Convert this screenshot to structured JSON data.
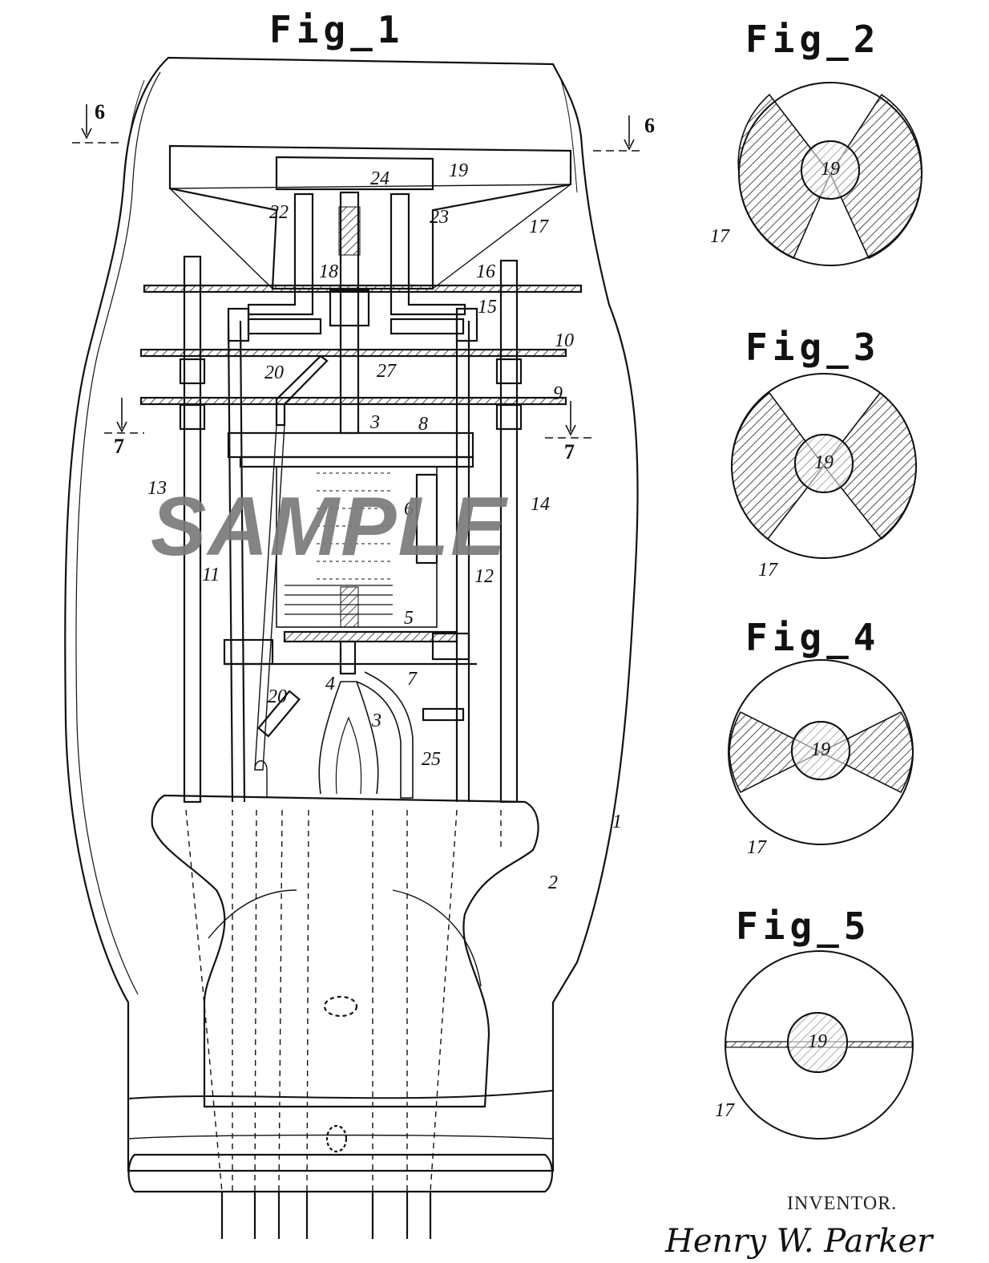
{
  "figures": {
    "fig1": "Fig_1",
    "fig2": "Fig_2",
    "fig3": "Fig_3",
    "fig4": "Fig_4",
    "fig5": "Fig_5"
  },
  "watermark": "SAMPLE",
  "inventor_label": "INVENTOR.",
  "inventor_name": "Henry W. Parker",
  "section_marks": {
    "six": "6",
    "seven": "7"
  },
  "ref_numbers": {
    "r1": "1",
    "r2": "2",
    "r3": "3",
    "r4": "4",
    "r5": "5",
    "r6": "6",
    "r7": "7",
    "r8": "8",
    "r9": "9",
    "r10": "10",
    "r11": "11",
    "r12": "12",
    "r13": "13",
    "r14": "14",
    "r15": "15",
    "r16": "16",
    "r17": "17",
    "r18": "18",
    "r19": "19",
    "r20": "20",
    "r22": "22",
    "r23": "23",
    "r24": "24",
    "r25": "25",
    "r27": "27"
  }
}
